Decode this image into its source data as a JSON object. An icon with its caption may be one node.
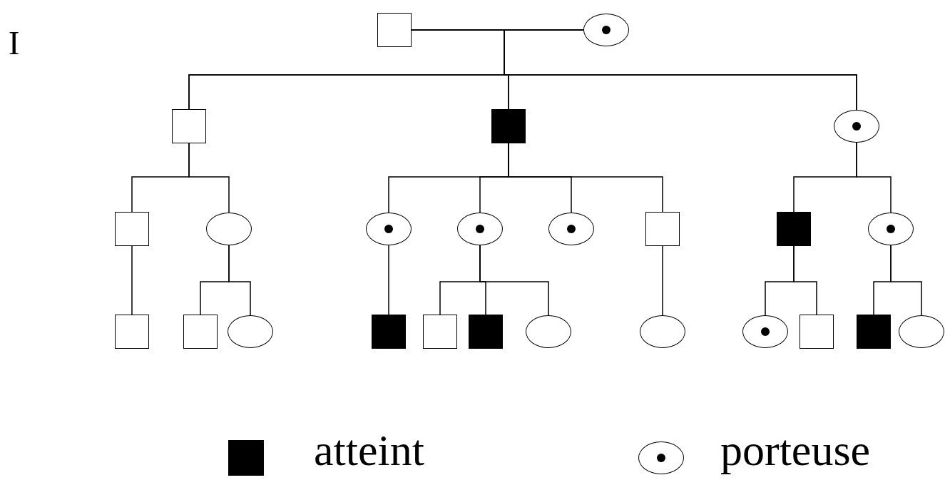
{
  "diagram": {
    "nodes": [
      {
        "text": [],
        "shape": "square"
      },
      {
        "text": [],
        "shape": "dot-circle"
      },
      {
        "text": [],
        "shape": "square"
      },
      {
        "text": [],
        "shape": "black-square"
      },
      {
        "text": [],
        "shape": "dot-circle"
      },
      {
        "text": [],
        "shape": "square"
      },
      {
        "text": [],
        "shape": "circle"
      },
      {
        "text": [],
        "shape": "dot-circle"
      },
      {
        "text": [],
        "shape": "dot-circle"
      },
      {
        "text": [],
        "shape": "dot-circle"
      },
      {
        "text": [],
        "shape": "square"
      },
      {
        "text": [],
        "shape": "black-square"
      },
      {
        "text": [],
        "shape": "dot-circle"
      },
      {
        "text": [],
        "shape": "square"
      },
      {
        "text": [],
        "shape": "square"
      },
      {
        "text": [],
        "shape": "circle"
      },
      {
        "text": [],
        "shape": "black-square"
      },
      {
        "text": [],
        "shape": "square"
      },
      {
        "text": [],
        "shape": "black-square"
      },
      {
        "text": [],
        "shape": "circle"
      },
      {
        "text": [],
        "shape": "circle"
      },
      {
        "text": [],
        "shape": "dot-circle"
      },
      {
        "text": [],
        "shape": "square"
      },
      {
        "text": [],
        "shape": "black-square"
      },
      {
        "text": [],
        "shape": "circle"
      }
    ],
    "edges": [
      {
        "from": 0,
        "to": 1,
        "arrow": "none"
      },
      {
        "from": 0,
        "to": 2,
        "arrow": "none"
      },
      {
        "from": 0,
        "to": 3,
        "arrow": "none"
      },
      {
        "from": 0,
        "to": 4,
        "arrow": "none"
      },
      {
        "from": 1,
        "to": 2,
        "arrow": "none"
      },
      {
        "from": 1,
        "to": 3,
        "arrow": "none"
      },
      {
        "from": 1,
        "to": 4,
        "arrow": "none"
      },
      {
        "from": 2,
        "to": 5,
        "arrow": "none"
      },
      {
        "from": 2,
        "to": 6,
        "arrow": "none"
      },
      {
        "from": 3,
        "to": 7,
        "arrow": "none"
      },
      {
        "from": 3,
        "to": 8,
        "arrow": "none"
      },
      {
        "from": 3,
        "to": 9,
        "arrow": "none"
      },
      {
        "from": 3,
        "to": 10,
        "arrow": "none"
      },
      {
        "from": 4,
        "to": 11,
        "arrow": "none"
      },
      {
        "from": 4,
        "to": 12,
        "arrow": "none"
      },
      {
        "from": 5,
        "to": 13,
        "arrow": "none"
      },
      {
        "from": 6,
        "to": 14,
        "arrow": "none"
      },
      {
        "from": 6,
        "to": 15,
        "arrow": "none"
      },
      {
        "from": 7,
        "to": 16,
        "arrow": "none"
      },
      {
        "from": 8,
        "to": 17,
        "arrow": "none"
      },
      {
        "from": 8,
        "to": 18,
        "arrow": "none"
      },
      {
        "from": 8,
        "to": 19,
        "arrow": "none"
      },
      {
        "from": 10,
        "to": 20,
        "arrow": "none"
      },
      {
        "from": 11,
        "to": 21,
        "arrow": "none"
      },
      {
        "from": 11,
        "to": 22,
        "arrow": "none"
      },
      {
        "from": 12,
        "to": 23,
        "arrow": "none"
      },
      {
        "from": 12,
        "to": 24,
        "arrow": "none"
      }
    ],
    "labels": [
      "I"
    ],
    "legend": [
      {
        "text": "atteint"
      },
      {
        "text": "porteuse"
      }
    ]
  }
}
